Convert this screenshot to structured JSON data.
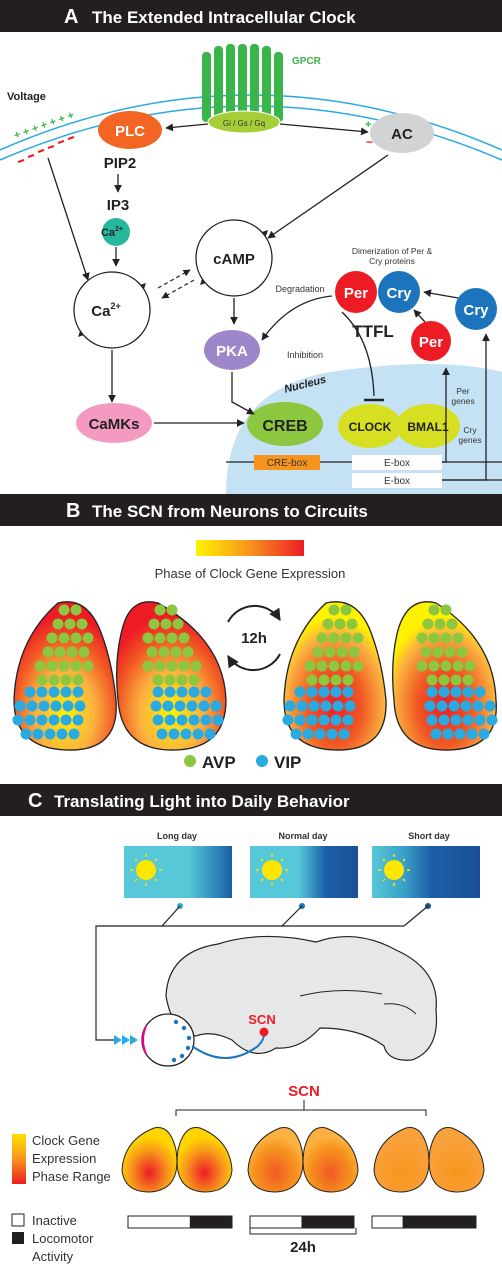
{
  "panel_a": {
    "letter": "A",
    "title": "The Extended Intracellular Clock",
    "gpcr": "GPCR",
    "g_proteins": "Gi / Gs / Gq",
    "voltage": "Voltage",
    "plus_signs": "+ + + + + + +",
    "ac_plus": "+",
    "ac_minus": "−",
    "plc": "PLC",
    "pip2": "PIP2",
    "ac": "AC",
    "ip3": "IP3",
    "ca_small": "Ca",
    "ca_small_sup": "2+",
    "camp": "cAMP",
    "ca_big": "Ca",
    "ca_big_sup": "2+",
    "pka": "PKA",
    "camks": "CaMKs",
    "nucleus": "Nucleus",
    "creb": "CREB",
    "clock": "CLOCK",
    "bmal1": "BMAL1",
    "cre_box": "CRE-box",
    "ebox1": "E-box",
    "ebox2": "E-box",
    "dimerization_line1": "Dimerization of Per &",
    "dimerization_line2": "Cry proteins",
    "per1": "Per",
    "cry1": "Cry",
    "ttfl": "TTFL",
    "degradation": "Degradation",
    "inhibition": "Inhibition",
    "per2": "Per",
    "cry2": "Cry",
    "per_genes_1": "Per",
    "per_genes_2": "genes",
    "cry_genes_1": "Cry",
    "cry_genes_2": "genes"
  },
  "panel_b": {
    "letter": "B",
    "title": "The SCN from Neurons to Circuits",
    "gradient_label": "Phase of Clock Gene Expression",
    "twelve_h": "12h",
    "avp": "AVP",
    "vip": "VIP"
  },
  "panel_c": {
    "letter": "C",
    "title": "Translating Light into Daily Behavior",
    "long_day": "Long day",
    "normal_day": "Normal day",
    "short_day": "Short day",
    "scn_brain": "SCN",
    "scn_bracket": "SCN",
    "legend_line1": "Clock Gene",
    "legend_line2": "Expression",
    "legend_line3": "Phase Range",
    "inactive": "Inactive",
    "locomotor_line1": "Locomotor",
    "locomotor_line2": "Activity",
    "hours": "24h"
  },
  "colors": {
    "header_bg": "#231f20",
    "plc": "#f26522",
    "ac": "#d1d3d4",
    "gpcr": "#39b54a",
    "ca_small": "#26b89c",
    "pka": "#9b87c9",
    "camks": "#f49ac1",
    "nucleus": "#c4e2f4",
    "creb": "#8dc63f",
    "clock": "#d7df23",
    "per": "#ed1c24",
    "cry": "#1c75bc",
    "cre_box": "#f7941d",
    "avp_dot": "#8dc63f",
    "vip_dot": "#29abe2",
    "sky": "#4fc4d6",
    "night": "#1b5fa8",
    "sun": "#ffe600"
  },
  "activity_bars": [
    {
      "name": "long-day",
      "inactive_fraction": 0.6,
      "active_fraction": 0.4
    },
    {
      "name": "normal-day",
      "inactive_fraction": 0.5,
      "active_fraction": 0.5
    },
    {
      "name": "short-day",
      "inactive_fraction": 0.3,
      "active_fraction": 0.7
    }
  ]
}
